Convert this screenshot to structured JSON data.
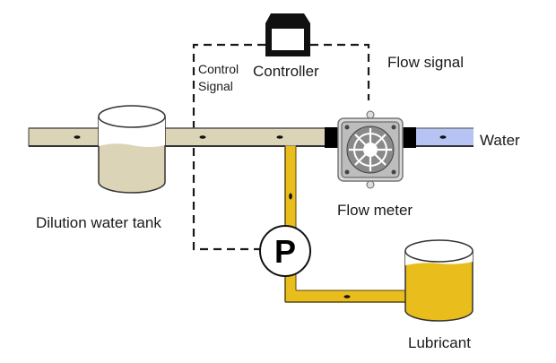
{
  "diagram": {
    "title": "Lubricant dilution dosing system",
    "labels": {
      "controller": "Controller",
      "control_signal_line1": "Control",
      "control_signal_line2": "Signal",
      "flow_signal": "Flow signal",
      "water": "Water",
      "dilution_tank": "Dilution water tank",
      "flow_meter": "Flow meter",
      "pump_symbol": "P",
      "lubricant": "Lubricant"
    },
    "components": [
      {
        "id": "controller",
        "icon": "controller-icon"
      },
      {
        "id": "flow-meter",
        "icon": "flow-meter-icon"
      },
      {
        "id": "pump",
        "icon": "pump-icon"
      },
      {
        "id": "dilution-tank",
        "icon": "tank-icon"
      },
      {
        "id": "lubricant-tank",
        "icon": "tank-icon"
      }
    ],
    "connections": [
      {
        "from": "water-inlet",
        "to": "flow-meter",
        "type": "pipe",
        "fluid": "water"
      },
      {
        "from": "flow-meter",
        "to": "dilution-tank",
        "type": "pipe",
        "fluid": "diluted"
      },
      {
        "from": "lubricant-tank",
        "to": "pump",
        "type": "pipe",
        "fluid": "lubricant"
      },
      {
        "from": "pump",
        "to": "main-pipe",
        "type": "pipe",
        "fluid": "lubricant"
      },
      {
        "from": "flow-meter",
        "to": "controller",
        "type": "signal",
        "label": "Flow signal"
      },
      {
        "from": "controller",
        "to": "pump",
        "type": "signal",
        "label": "Control Signal"
      }
    ],
    "colors": {
      "water": "#b7c3f2",
      "diluted": "#dcd4b6",
      "lubricant": "#e8bd1c",
      "outline": "#2b2b2b",
      "coupler": "#000000",
      "signal_line": "#1a1a1a"
    }
  }
}
